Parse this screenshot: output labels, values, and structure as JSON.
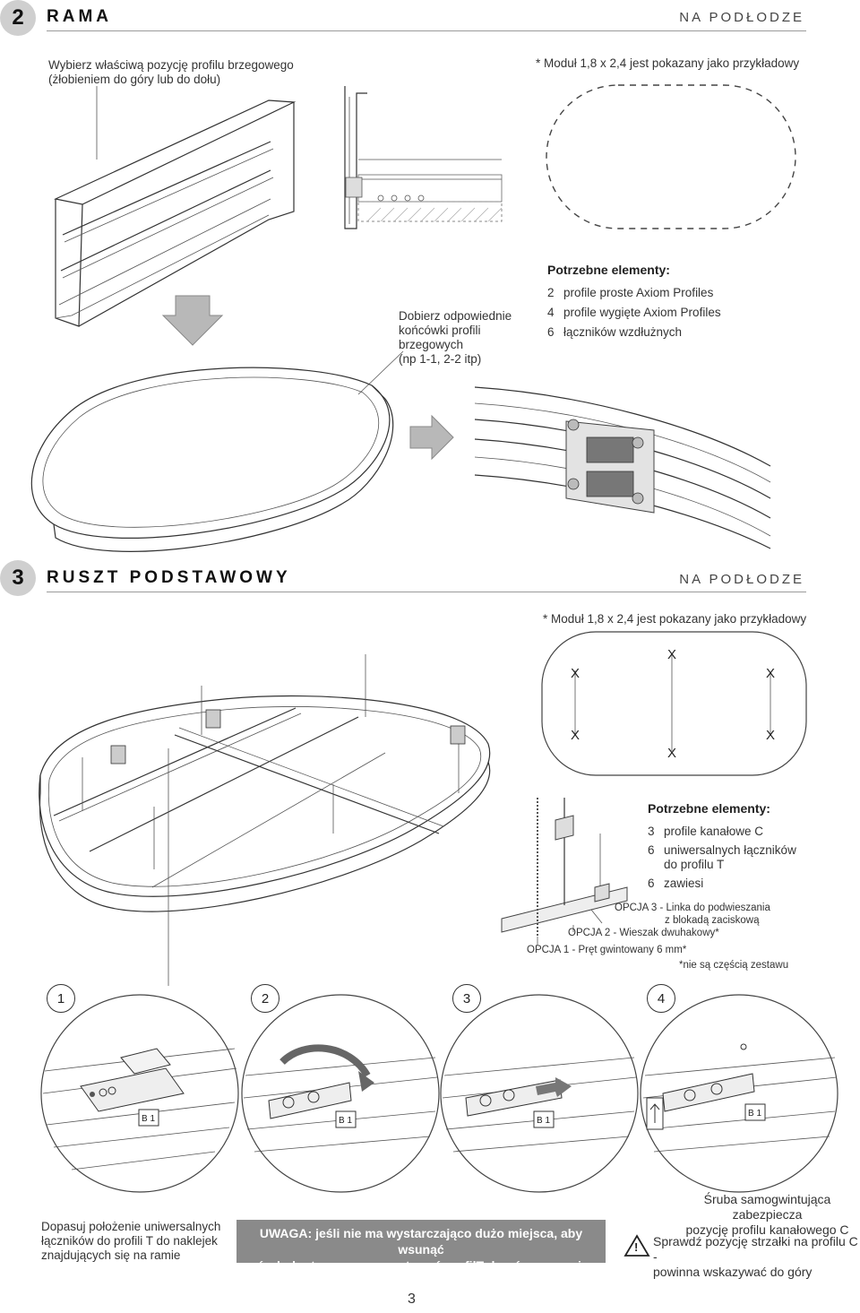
{
  "section2": {
    "number": "2",
    "title": "RAMA",
    "right_label": "NA PODŁODZE",
    "note_left_1": "Wybierz właściwą pozycję profilu brzegowego",
    "note_left_2": "(żłobieniem do góry lub do dołu)",
    "note_right": "* Moduł 1,8 x 2,4 jest pokazany jako przykładowy",
    "ends_1": "Dobierz odpowiednie",
    "ends_2": "końcówki profili",
    "ends_3": "brzegowych",
    "ends_4": "(np 1-1, 2-2 itp)",
    "required_title": "Potrzebne elementy:",
    "required": [
      {
        "qty": "2",
        "label": "profile proste Axiom Profiles"
      },
      {
        "qty": "4",
        "label": "profile wygięte Axiom Profiles"
      },
      {
        "qty": "6",
        "label": "łączników wzdłużnych"
      }
    ]
  },
  "section3": {
    "number": "3",
    "title": "RUSZT PODSTAWOWY",
    "right_label": "NA PODŁODZE",
    "note_right": "* Moduł 1,8 x 2,4 jest pokazany jako przykładowy",
    "x_mark": "X",
    "required_title": "Potrzebne elementy:",
    "required": [
      {
        "qty": "3",
        "label": "profile kanałowe C"
      },
      {
        "qty": "6",
        "label": "uniwersalnych łączników"
      },
      {
        "qty": "",
        "label": "do profilu T"
      },
      {
        "qty": "6",
        "label": "zawiesi"
      }
    ],
    "option3_1": "OPCJA 3 - Linka do podwieszania",
    "option3_2": "z blokadą zaciskową",
    "option2": "OPCJA 2 - Wieszak dwuhakowy*",
    "option1": "OPCJA 1 - Pręt gwintowany 6 mm*",
    "footnote": "*nie są częścią zestawu"
  },
  "steps": [
    {
      "num": "1",
      "label_b": "B",
      "label_n": "1"
    },
    {
      "num": "2",
      "label_b": "B",
      "label_n": "1"
    },
    {
      "num": "3",
      "label_b": "B",
      "label_n": "1"
    },
    {
      "num": "4",
      "label_b": "B",
      "label_n": "1"
    }
  ],
  "bottom": {
    "left_1": "Dopasuj położenie uniwersalnych",
    "left_2": "łączników do profili T do naklejek",
    "left_3": "znajdujących się na ramie",
    "warning_1": "UWAGA: jeśli nie ma wystarczająco dużo miejsca, aby wsunąć",
    "warning_2": "śrubokręt, proszę zamontować profilT do góry nogami.",
    "right_top_1": "Śruba samogwintująca zabezpiecza",
    "right_top_2": "pozycję profilu kanałowego C",
    "right_bottom_1": "Sprawdź pozycję strzałki na profilu C -",
    "right_bottom_2": "powinna wskazywać do góry",
    "warning_icon_glyph": "!"
  },
  "page_number": "3"
}
